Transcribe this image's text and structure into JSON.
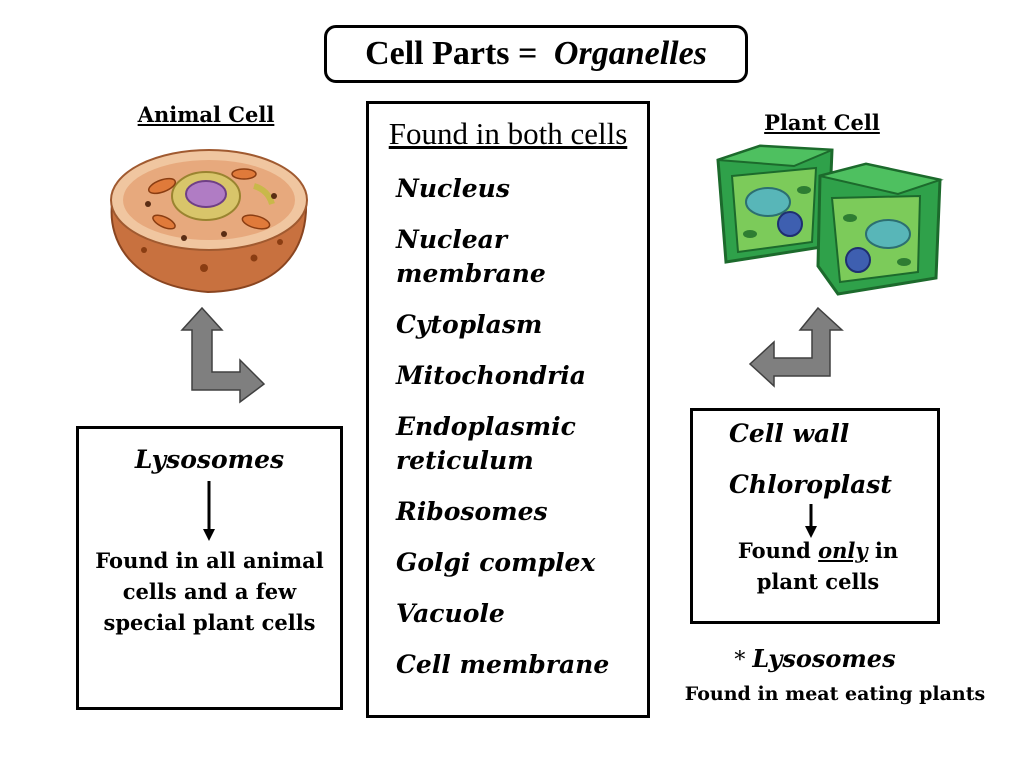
{
  "title": {
    "prefix": "Cell Parts = ",
    "emphasis": "Organelles"
  },
  "animal": {
    "heading": "Animal Cell",
    "unique_organelle": "Lysosomes",
    "note": "Found in all animal cells and a few special plant cells"
  },
  "center": {
    "heading": "Found in both cells",
    "organelles": [
      "Nucleus",
      "Nuclear membrane",
      "Cytoplasm",
      "Mitochondria",
      "Endoplasmic reticulum",
      "Ribosomes",
      "Golgi complex",
      "Vacuole",
      "Cell membrane"
    ]
  },
  "plant": {
    "heading": "Plant Cell",
    "unique_organelles": [
      "Cell wall",
      "Chloroplast"
    ],
    "note_prefix": "Found ",
    "note_emphasis": "only",
    "note_suffix": " in plant cells",
    "footnote_mark": "* ",
    "footnote_organelle": "Lysosomes",
    "footnote_text": "Found in meat eating plants"
  },
  "colors": {
    "arrow_fill": "#7f7f7f",
    "animal_cell": "#c8713f",
    "plant_cell": "#2fa14a"
  }
}
